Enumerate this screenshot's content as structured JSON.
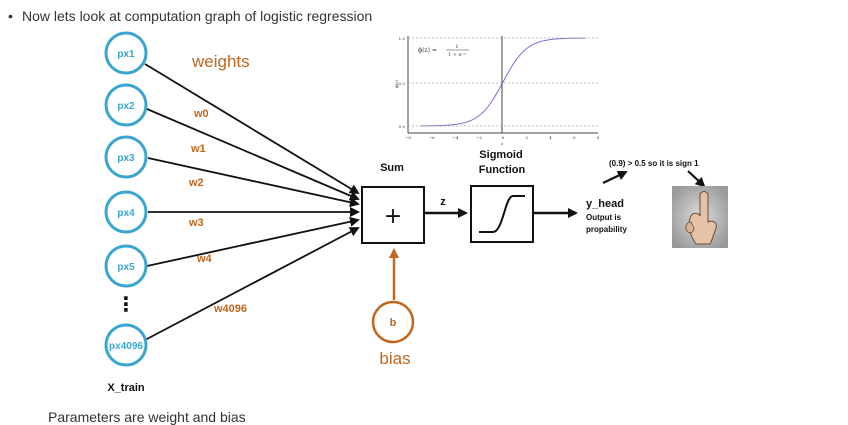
{
  "intro": {
    "bullet": "•",
    "text": "Now lets look at computation graph of logistic regression"
  },
  "footer": {
    "text": "Parameters are weight and bias"
  },
  "colors": {
    "node_stroke": "#3aa6d0",
    "node_text": "#3aa6d0",
    "weight_text": "#c0661d",
    "bias": "#c0661d",
    "arrow": "#111111",
    "sigmoid_curve": "#7b6fd6"
  },
  "diagram": {
    "inputs": [
      "px1",
      "px2",
      "px3",
      "px4",
      "px5",
      "px4096"
    ],
    "vertical_dots": "⋮",
    "weights_title": "weights",
    "weights": [
      "w0",
      "w1",
      "w2",
      "w3",
      "w4",
      "w4096"
    ],
    "inputs_label": "X_train",
    "sum_label": "Sum",
    "sum_symbol": "+",
    "z_label": "z",
    "sigmoid_label_line1": "Sigmoid",
    "sigmoid_label_line2": "Function",
    "bias_node": "b",
    "bias_label": "bias",
    "output_label": "y_head",
    "output_desc_line1": "Output is",
    "output_desc_line2": "propability",
    "decision_text": "(0.9) > 0.5 so it is sign 1",
    "hand_icon": "hand-sign-one-icon"
  },
  "sigmoid_plot": {
    "formula_lhs": "ϕ(z) =",
    "formula_num": "1",
    "formula_den": "1 + e⁻ᶻ",
    "ylabel": "ϕ(z)",
    "xlabel": "z",
    "yticks": [
      "0.0",
      "0.5",
      "1.0"
    ],
    "xticks": [
      "−8",
      "−6",
      "−4",
      "−2",
      "0",
      "2",
      "4",
      "6",
      "8"
    ],
    "xlim": [
      -8,
      8
    ],
    "ylim": [
      0,
      1
    ]
  }
}
